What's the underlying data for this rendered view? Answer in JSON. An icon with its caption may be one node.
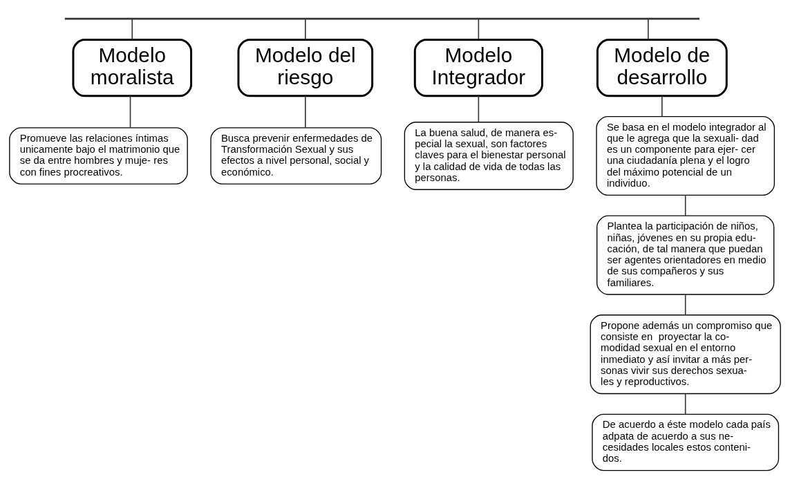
{
  "diagram": {
    "nodes": [
      {
        "text": [],
        "shape": "bar"
      },
      {
        "text": [
          "Modelo moralista"
        ]
      },
      {
        "text": [
          "Promueve las relaciones íntimas unicamente bajo el matrimonio que se da entre hombres y muje- res con fines procreativos."
        ]
      },
      {
        "text": [
          "Modelo del riesgo"
        ]
      },
      {
        "text": [
          "Busca prevenir enfermedades de Transformación Sexual y sus efectos a nivel personal, social y económico."
        ]
      },
      {
        "text": [
          "Modelo Integrador"
        ]
      },
      {
        "text": [
          "La buena salud, de manera es- pecial la sexual, son factores claves para el bienestar personal y la calidad de vida de todas las personas."
        ]
      },
      {
        "text": [
          "Modelo de desarrollo"
        ]
      },
      {
        "text": [
          "Se basa en el modelo integrador al que le agrega que la sexuali- dad es un componente para ejer- cer una ciudadanía plena y el logro del máximo potencial de un individuo."
        ]
      },
      {
        "text": [
          "Plantea la participación de niños, niñas, jóvenes en su propia edu- cación, de tal manera que puedan ser agentes orientadores en medio de sus compañeros y sus familiares."
        ]
      },
      {
        "text": [
          "Propone además un compromiso que consiste en  proyectar la co- modidad sexual en el entorno inmediato y así invitar a más per- sonas vivir sus derechos sexua- les y reproductivos."
        ]
      },
      {
        "text": [
          "De acuerdo a éste modelo cada país adpata de acuerdo a sus ne- cesidades locales estos conteni- dos."
        ]
      }
    ],
    "edges": [
      {
        "from": 0,
        "to": 1,
        "arrow": "none"
      },
      {
        "from": 0,
        "to": 3,
        "arrow": "none"
      },
      {
        "from": 0,
        "to": 5,
        "arrow": "none"
      },
      {
        "from": 0,
        "to": 7,
        "arrow": "none"
      },
      {
        "from": 1,
        "to": 2,
        "arrow": "none"
      },
      {
        "from": 3,
        "to": 4,
        "arrow": "none"
      },
      {
        "from": 5,
        "to": 6,
        "arrow": "none"
      },
      {
        "from": 7,
        "to": 8,
        "arrow": "none"
      },
      {
        "from": 8,
        "to": 9,
        "arrow": "none"
      },
      {
        "from": 9,
        "to": 10,
        "arrow": "none"
      },
      {
        "from": 10,
        "to": 11,
        "arrow": "none"
      }
    ]
  }
}
